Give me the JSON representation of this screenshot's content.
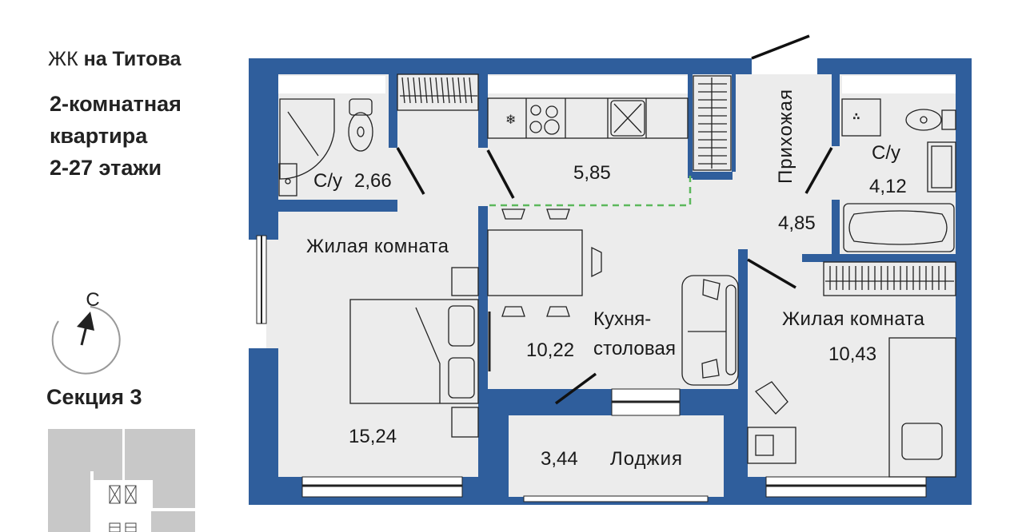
{
  "header": {
    "complex_prefix": "ЖК",
    "complex_name": "на Титова",
    "apartment_type": "2-комнатная",
    "apartment_word": "квартира",
    "floors": "2-27 этажи"
  },
  "compass": {
    "north_label": "С"
  },
  "section": {
    "label": "Секция 3"
  },
  "colors": {
    "wall": "#2f5e9c",
    "floor": "#ececec",
    "zone_line": "#5cb85c"
  },
  "rooms": {
    "bath1": {
      "name": "С/у",
      "area": "2,66"
    },
    "kitchen": {
      "area": "5,85"
    },
    "living1": {
      "name": "Жилая комната",
      "area": "15,24"
    },
    "dining": {
      "name_line1": "Кухня-",
      "name_line2": "столовая",
      "area": "10,22"
    },
    "loggia": {
      "name": "Лоджия",
      "area": "3,44"
    },
    "hall": {
      "name": "Прихожая",
      "area": "4,85"
    },
    "bath2": {
      "name": "С/у",
      "area": "4,12"
    },
    "living2": {
      "name": "Жилая комната",
      "area": "10,43"
    }
  }
}
